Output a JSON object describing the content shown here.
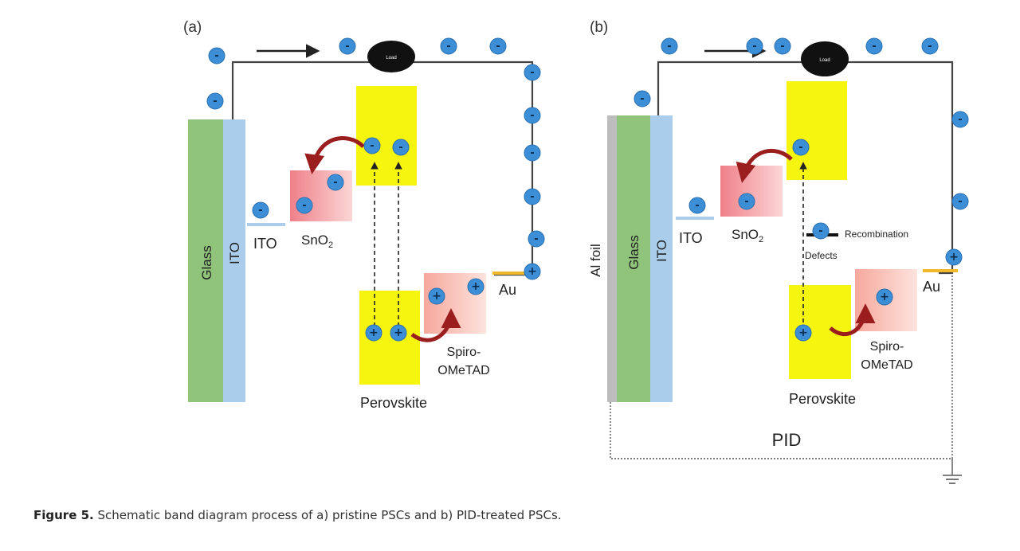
{
  "colors": {
    "glass": "#8fc47a",
    "ito": "#a9cdea",
    "perovskite": "#f5f50f",
    "sno2": "#ef8e94",
    "spiro": "#f4aea4",
    "electron": "#3c8fd6",
    "gold": "#f0b82a",
    "arrow": "#9a1e1e",
    "foil": "#bdbdbd",
    "load": "#111111",
    "wire": "#444444"
  },
  "panels": [
    {
      "id": "a",
      "panel_label": "(a)",
      "load_label": "Load",
      "labels": {
        "glass": "Glass",
        "ito_bar": "ITO",
        "ito": "ITO",
        "sno2": "SnO",
        "sno2_sub": "2",
        "au": "Au",
        "spiro_line1": "Spiro-",
        "spiro_line2": "OMeTAD",
        "perovskite": "Perovskite"
      }
    },
    {
      "id": "b",
      "panel_label": "(b)",
      "load_label": "Load",
      "labels": {
        "foil": "Al foil",
        "glass": "Glass",
        "ito_bar": "ITO",
        "ito": "ITO",
        "sno2": "SnO",
        "sno2_sub": "2",
        "au": "Au",
        "spiro_line1": "Spiro-",
        "spiro_line2": "OMeTAD",
        "perovskite": "Perovskite",
        "recombination": "Recombination",
        "defects": "Defects",
        "pid": "PID"
      }
    }
  ],
  "symbols": {
    "electron": "-",
    "hole": "+"
  },
  "caption": {
    "label": "Figure 5.",
    "text": "Schematic band diagram process of a) pristine PSCs and b) PID-treated PSCs."
  }
}
